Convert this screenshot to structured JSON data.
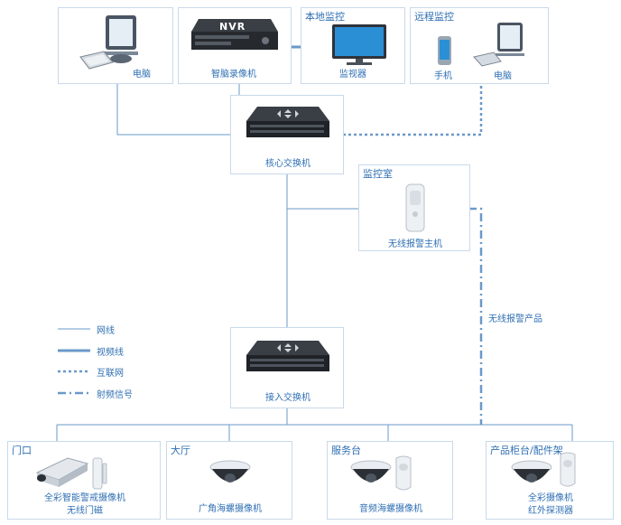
{
  "top": {
    "pc1_label": "电脑",
    "nvr_label": "智脑录像机",
    "nvr_badge": "NVR",
    "local_monitor": {
      "title": "本地监控",
      "label": "监视器"
    },
    "remote_monitor": {
      "title": "远程监控",
      "phone_label": "手机",
      "pc_label": "电脑"
    }
  },
  "core_switch": {
    "label": "核心交换机"
  },
  "monitor_room": {
    "title": "监控室",
    "label": "无线报警主机"
  },
  "access_switch": {
    "label": "接入交换机"
  },
  "wireless_product_label": "无线报警产品",
  "legend": [
    {
      "label": "网线",
      "style": "thin-solid"
    },
    {
      "label": "视频线",
      "style": "thick-solid"
    },
    {
      "label": "互联网",
      "style": "dotted"
    },
    {
      "label": "射频信号",
      "style": "dashed"
    }
  ],
  "zones": [
    {
      "title": "门口",
      "labels": [
        "全彩智能警戒摄像机",
        "无线门磁"
      ]
    },
    {
      "title": "大厅",
      "labels": [
        "广角海螺摄像机"
      ]
    },
    {
      "title": "服务台",
      "labels": [
        "音频海螺摄像机"
      ]
    },
    {
      "title": "产品柜台/配件架",
      "labels": [
        "全彩摄像机",
        "红外探测器"
      ]
    }
  ],
  "colors": {
    "line": "#6a99c9",
    "text": "#2f6fb3",
    "border": "#c9d9ea"
  }
}
